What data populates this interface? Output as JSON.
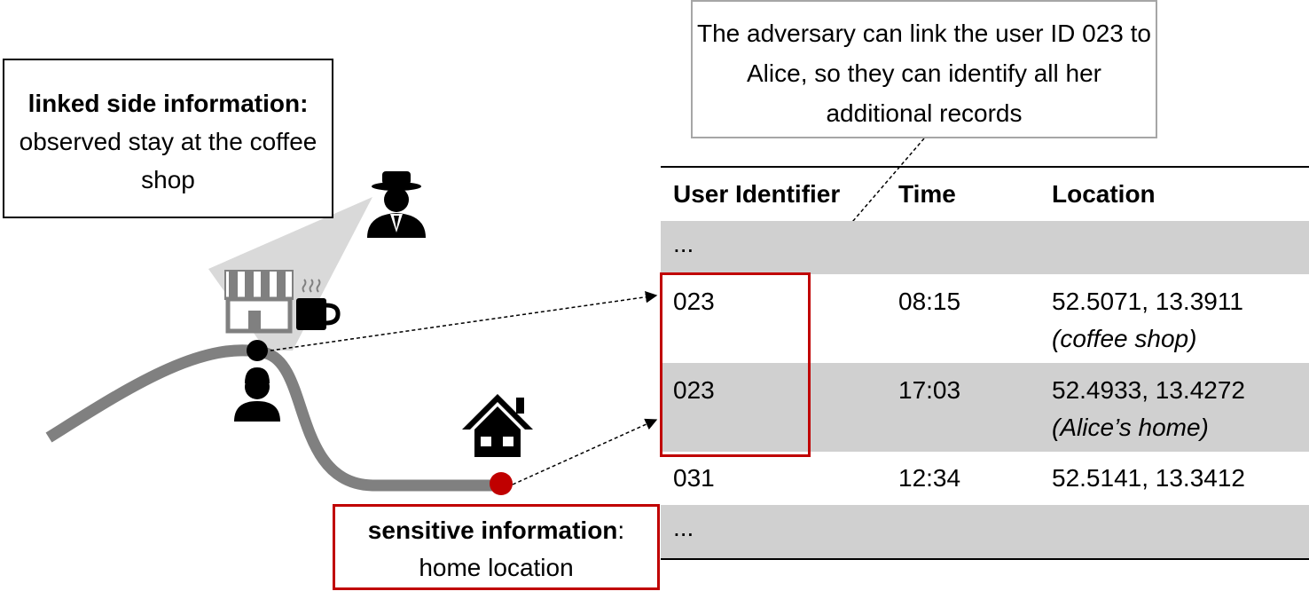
{
  "side_info": {
    "bold_text": "linked side information:",
    "rest_text": " observed stay at the coffee shop"
  },
  "adversary_note": {
    "text": "The adversary can link the user ID 023 to Alice, so they can identify all her additional records"
  },
  "sensitive_info": {
    "bold_text": "sensitive information",
    "colon": ":",
    "rest_text": "home location"
  },
  "table": {
    "headers": [
      "User Identifier",
      "Time",
      "Location"
    ],
    "rows": [
      {
        "id": "...",
        "time": "",
        "location": "",
        "note": ""
      },
      {
        "id": "023",
        "time": "08:15",
        "location": "52.5071, 13.3911",
        "note": "(coffee shop)"
      },
      {
        "id": "023",
        "time": "17:03",
        "location": "52.4933, 13.4272",
        "note": "(Alice’s home)"
      },
      {
        "id": "031",
        "time": "12:34",
        "location": "52.5141, 13.3412",
        "note": ""
      },
      {
        "id": "...",
        "time": "",
        "location": "",
        "note": ""
      }
    ]
  },
  "icons": [
    "spy-icon",
    "coffee-shop-icon",
    "coffee-cup-icon",
    "person-icon",
    "house-icon"
  ],
  "colors": {
    "highlight_red": "#c00000",
    "trajectory_gray": "#808080",
    "row_shade": "#d0d0d0",
    "spotlight_gray": "#d9d9d9"
  }
}
